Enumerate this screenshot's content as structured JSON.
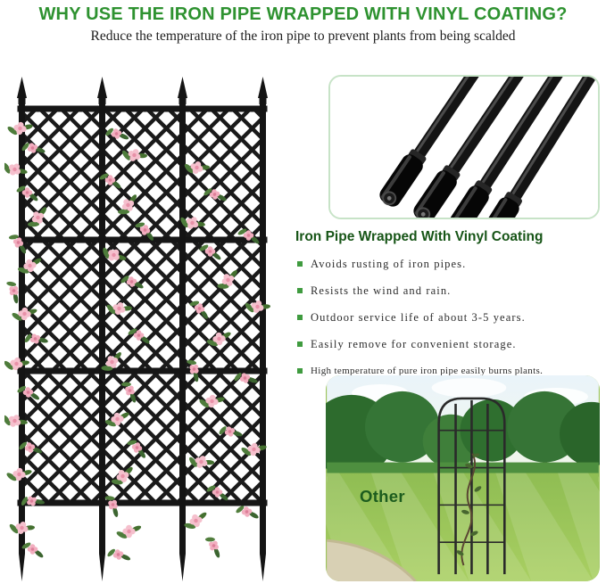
{
  "header": {
    "title": "WHY USE THE IRON PIPE WRAPPED WITH VINYL COATING?",
    "subtitle": "Reduce the temperature of the iron pipe to prevent plants from being scalded"
  },
  "feature": {
    "heading": "Iron Pipe Wrapped With Vinyl Coating",
    "bullets": [
      "Avoids rusting of iron pipes.",
      "Resists the wind and rain.",
      "Outdoor service life of about 3-5 years.",
      "Easily remove for convenient storage."
    ],
    "note": "High temperature of pure iron pipe easily burns plants."
  },
  "comparison": {
    "label": "Other"
  },
  "images": {
    "trellis": "flower-covered-trellis-panels",
    "pipes": "vinyl-coated-iron-pipes-photo",
    "garden": "thin-wire-trellis-in-garden"
  },
  "colors": {
    "title_green": "#2e9230",
    "heading_green": "#175517",
    "bullet_green": "#3f9b3f",
    "frame_border_green": "#c7e3c7",
    "other_label_green": "#1c5c1e"
  }
}
